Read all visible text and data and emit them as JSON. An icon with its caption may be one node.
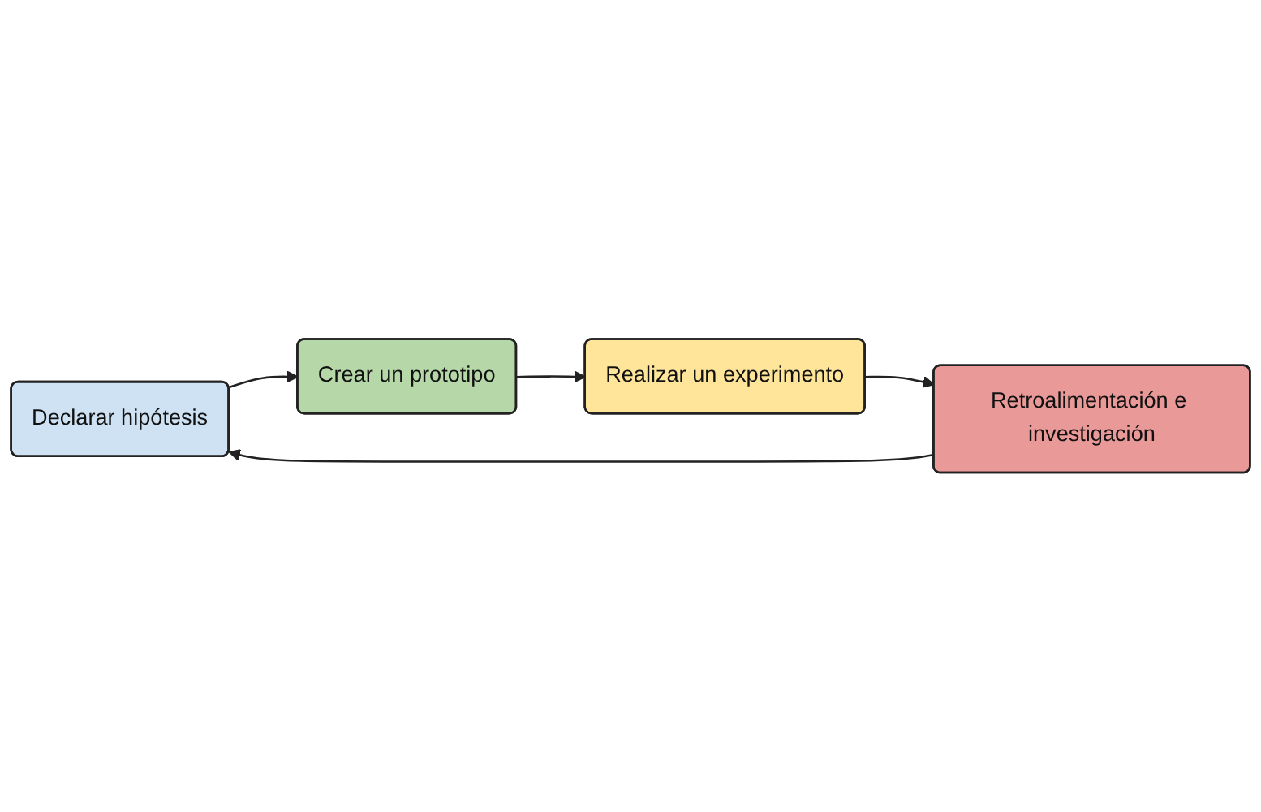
{
  "diagram": {
    "nodes": [
      {
        "text": [
          "Declarar hipótesis"
        ]
      },
      {
        "text": [
          "Crear un prototipo"
        ]
      },
      {
        "text": [
          "Realizar un experimento"
        ]
      },
      {
        "text": [
          "Retroalimentación e investigación"
        ]
      }
    ],
    "edges": [
      {
        "from": 0,
        "to": 1,
        "arrow": "to"
      },
      {
        "from": 1,
        "to": 2,
        "arrow": "to"
      },
      {
        "from": 2,
        "to": 3,
        "arrow": "to"
      },
      {
        "from": 3,
        "to": 0,
        "arrow": "to"
      }
    ]
  }
}
